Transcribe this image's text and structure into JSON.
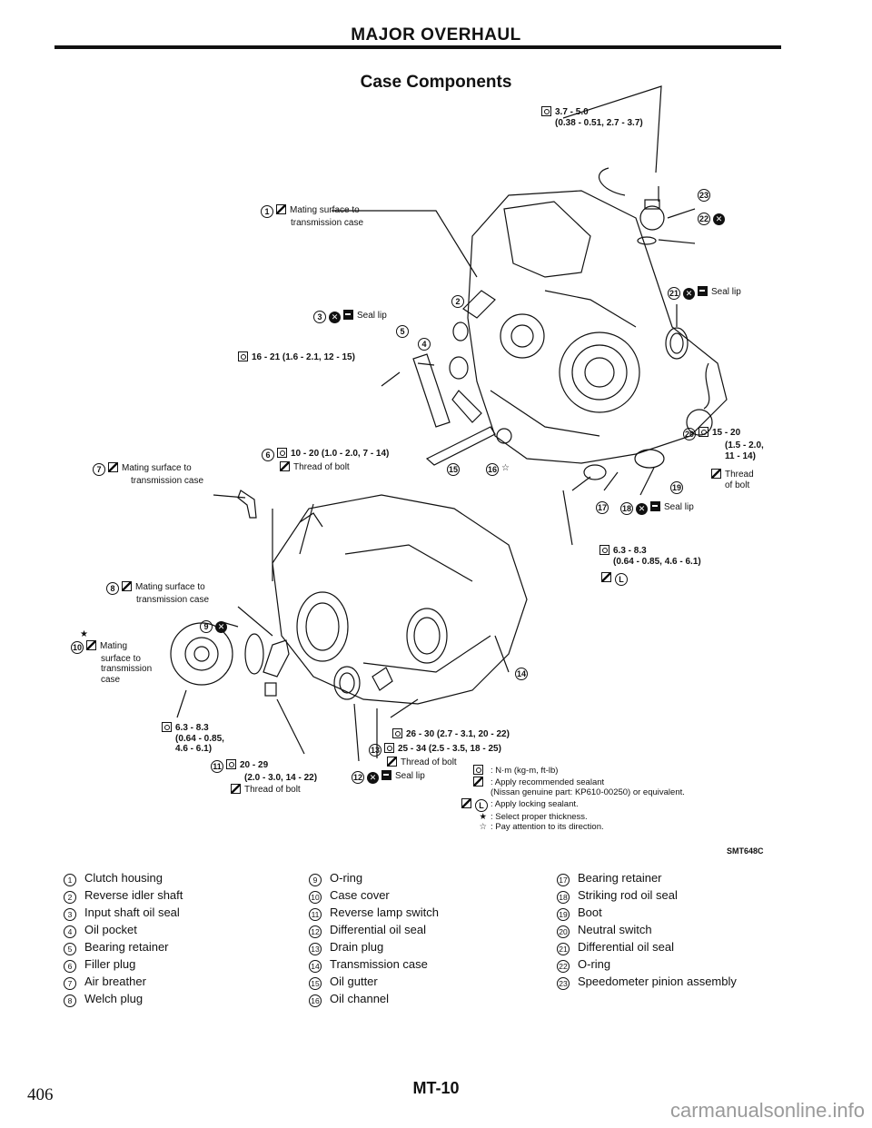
{
  "header": {
    "section_title": "MAJOR OVERHAUL",
    "diagram_title": "Case Components"
  },
  "callouts": {
    "speedo_torque": {
      "value": "3.7 - 5.0",
      "sub": "(0.38 - 0.51, 2.7 - 3.7)"
    },
    "c1": {
      "no": "1",
      "text1": "Mating surface to",
      "text2": "transmission case"
    },
    "c3": {
      "no": "3",
      "text": "Seal lip"
    },
    "c2": {
      "no": "2"
    },
    "c5": {
      "no": "5"
    },
    "c4": {
      "no": "4"
    },
    "torque_idler": {
      "value": "16 - 21 (1.6 - 2.1, 12 - 15)"
    },
    "c6": {
      "no": "6",
      "torque": "10 - 20 (1.0 - 2.0, 7 - 14)",
      "thread": "Thread of bolt"
    },
    "c7": {
      "no": "7",
      "text1": "Mating surface to",
      "text2": "transmission case"
    },
    "c15": {
      "no": "15"
    },
    "c16": {
      "no": "16",
      "mark": "☆"
    },
    "c23": {
      "no": "23"
    },
    "c22": {
      "no": "22"
    },
    "c21": {
      "no": "21",
      "text": "Seal lip"
    },
    "c20": {
      "no": "20",
      "torque1": "15 - 20",
      "torque2": "(1.5 - 2.0,",
      "torque3": "11 - 14)",
      "thread1": "Thread",
      "thread2": "of bolt"
    },
    "c19": {
      "no": "19"
    },
    "c17": {
      "no": "17"
    },
    "c18": {
      "no": "18",
      "text": "Seal lip"
    },
    "torque_17": {
      "value": "6.3 - 8.3",
      "sub": "(0.64 - 0.85, 4.6 - 6.1)",
      "lock": "L"
    },
    "c8": {
      "no": "8",
      "text1": "Mating surface to",
      "text2": "transmission case"
    },
    "c9": {
      "no": "9"
    },
    "c10": {
      "no": "10",
      "star": "★",
      "text1": "Mating",
      "text2": "surface to",
      "text3": "transmission",
      "text4": "case"
    },
    "c14": {
      "no": "14"
    },
    "torque_10": {
      "value": "6.3 - 8.3",
      "sub1": "(0.64 - 0.85,",
      "sub2": "4.6 - 6.1)"
    },
    "c11": {
      "no": "11",
      "torque": "20 - 29",
      "sub": "(2.0 - 3.0, 14 - 22)",
      "thread": "Thread of bolt"
    },
    "c12": {
      "no": "12",
      "text": "Seal lip"
    },
    "torque_drain": {
      "value": "26 - 30 (2.7 - 3.1, 20 - 22)"
    },
    "c13": {
      "no": "13",
      "torque": "25 - 34 (2.5 - 3.5, 18 - 25)",
      "thread": "Thread of bolt"
    }
  },
  "legend": [
    {
      "sym": "",
      "text": ": N·m (kg-m, ft-lb)"
    },
    {
      "sym": "",
      "text": ": Apply recommended sealant"
    },
    {
      "sym": "",
      "text": "(Nissan genuine part: KP610-00250) or equivalent."
    },
    {
      "sym": "L",
      "text": ": Apply locking sealant."
    },
    {
      "sym": "★",
      "text": ": Select proper thickness."
    },
    {
      "sym": "☆",
      "text": ": Pay attention to its direction."
    }
  ],
  "figure_code": "SMT648C",
  "parts_list": {
    "col1": [
      {
        "no": "1",
        "name": "Clutch housing"
      },
      {
        "no": "2",
        "name": "Reverse idler shaft"
      },
      {
        "no": "3",
        "name": "Input shaft oil seal"
      },
      {
        "no": "4",
        "name": "Oil pocket"
      },
      {
        "no": "5",
        "name": "Bearing retainer"
      },
      {
        "no": "6",
        "name": "Filler plug"
      },
      {
        "no": "7",
        "name": "Air breather"
      },
      {
        "no": "8",
        "name": "Welch plug"
      }
    ],
    "col2": [
      {
        "no": "9",
        "name": "O-ring"
      },
      {
        "no": "10",
        "name": "Case cover"
      },
      {
        "no": "11",
        "name": "Reverse lamp switch"
      },
      {
        "no": "12",
        "name": "Differential oil seal"
      },
      {
        "no": "13",
        "name": "Drain plug"
      },
      {
        "no": "14",
        "name": "Transmission case"
      },
      {
        "no": "15",
        "name": "Oil gutter"
      },
      {
        "no": "16",
        "name": "Oil channel"
      }
    ],
    "col3": [
      {
        "no": "17",
        "name": "Bearing retainer"
      },
      {
        "no": "18",
        "name": "Striking rod oil seal"
      },
      {
        "no": "19",
        "name": "Boot"
      },
      {
        "no": "20",
        "name": "Neutral switch"
      },
      {
        "no": "21",
        "name": "Differential oil seal"
      },
      {
        "no": "22",
        "name": "O-ring"
      },
      {
        "no": "23",
        "name": "Speedometer pinion assembly"
      }
    ]
  },
  "footer": {
    "page_code": "MT-10",
    "page_number": "406",
    "watermark": "carmanualsonline.info"
  }
}
